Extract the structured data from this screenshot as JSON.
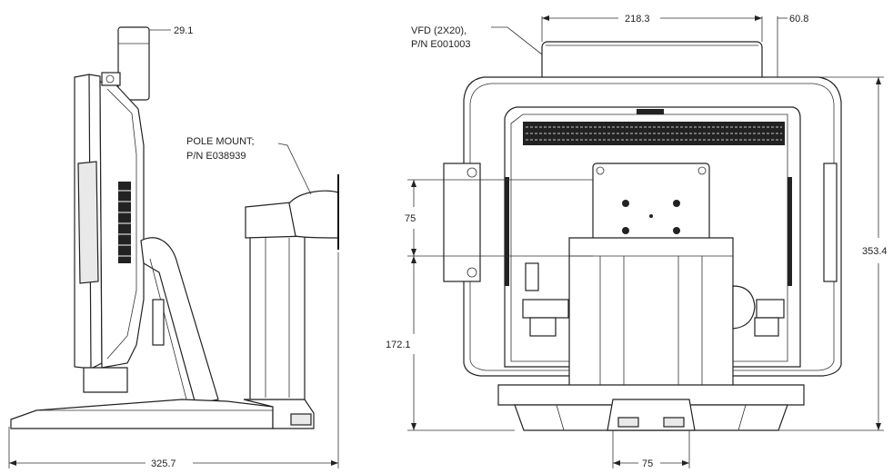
{
  "dimensions": {
    "side_vfd_depth": "29.1",
    "side_total_depth": "325.7",
    "front_vfd_width": "218.3",
    "front_vfd_offset": "60.8",
    "front_vesa_height": "75",
    "front_height_to_vesa": "172.1",
    "front_total_height": "353.4",
    "front_foot_width": "75"
  },
  "callouts": {
    "pole_mount_line1": "POLE MOUNT;",
    "pole_mount_line2": "P/N E038939",
    "vfd_line1": "VFD (2X20),",
    "vfd_line2": "P/N E001003"
  }
}
